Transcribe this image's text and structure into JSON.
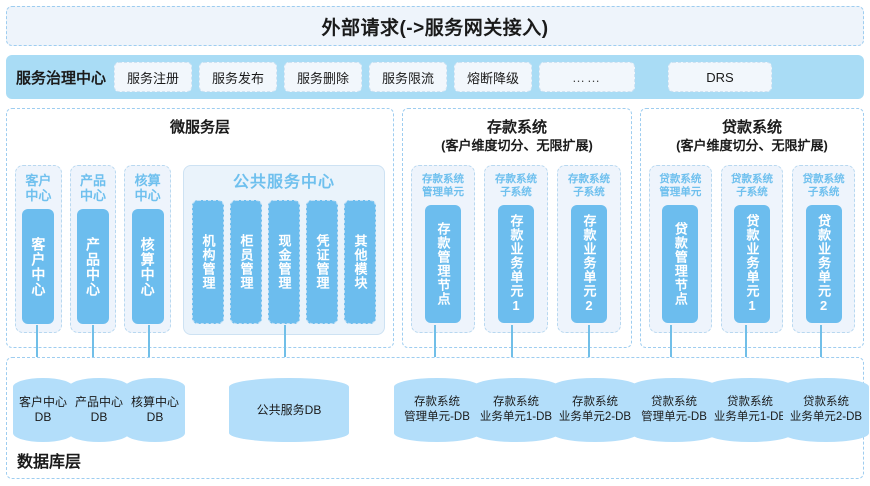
{
  "banner": {
    "title": "外部请求(->服务网关接入)"
  },
  "governance": {
    "title": "服务治理中心",
    "buttons": [
      "服务注册",
      "服务发布",
      "服务删除",
      "服务限流",
      "熔断降级",
      "……"
    ],
    "drs": "DRS"
  },
  "sections": {
    "micro": {
      "title": "微服务层",
      "units": [
        {
          "head": "客户\n中心",
          "head_l1": "客户",
          "head_l2": "中心",
          "chip": "客户中心"
        },
        {
          "head_l1": "产品",
          "head_l2": "中心",
          "chip": "产品中心"
        },
        {
          "head_l1": "核算",
          "head_l2": "中心",
          "chip": "核算中心"
        }
      ],
      "public_center": {
        "head": "公共服务中心",
        "chips": [
          "机构管理",
          "柜员管理",
          "现金管理",
          "凭证管理",
          "其他模块"
        ]
      }
    },
    "deposit": {
      "title": "存款系统",
      "subtitle": "(客户维度切分、无限扩展)",
      "units": [
        {
          "head_l1": "存款系统",
          "head_l2": "管理单元",
          "chip": "存款管理节点"
        },
        {
          "head_l1": "存款系统",
          "head_l2": "子系统",
          "chip": "存款业务单元1"
        },
        {
          "head_l1": "存款系统",
          "head_l2": "子系统",
          "chip": "存款业务单元2"
        }
      ]
    },
    "loan": {
      "title": "贷款系统",
      "subtitle": "(客户维度切分、无限扩展)",
      "units": [
        {
          "head_l1": "贷款系统",
          "head_l2": "管理单元",
          "chip": "贷款管理节点"
        },
        {
          "head_l1": "贷款系统",
          "head_l2": "子系统",
          "chip": "贷款业务单元1"
        },
        {
          "head_l1": "贷款系统",
          "head_l2": "子系统",
          "chip": "贷款业务单元2"
        }
      ]
    }
  },
  "database_layer": {
    "label": "数据库层",
    "databases": [
      {
        "l1": "客户中心",
        "l2": "DB"
      },
      {
        "l1": "产品中心",
        "l2": "DB"
      },
      {
        "l1": "核算中心",
        "l2": "DB"
      },
      {
        "l1": "公共服务DB",
        "l2": ""
      },
      {
        "l1": "存款系统",
        "l2": "管理单元-DB"
      },
      {
        "l1": "存款系统",
        "l2": "业务单元1-DB"
      },
      {
        "l1": "存款系统",
        "l2": "业务单元2-DB"
      },
      {
        "l1": "贷款系统",
        "l2": "管理单元-DB"
      },
      {
        "l1": "贷款系统",
        "l2": "业务单元1-DB"
      },
      {
        "l1": "贷款系统",
        "l2": "业务单元2-DB"
      }
    ]
  },
  "colors": {
    "accent_blue": "#6cbdee",
    "bar_blue": "#a9dcf5",
    "db_blue": "#b3defa",
    "border_blue": "#9ecdf0",
    "panel_light": "#eef4fc",
    "banner_bg": "#eef4fb",
    "arrow": "#71bfe8"
  }
}
